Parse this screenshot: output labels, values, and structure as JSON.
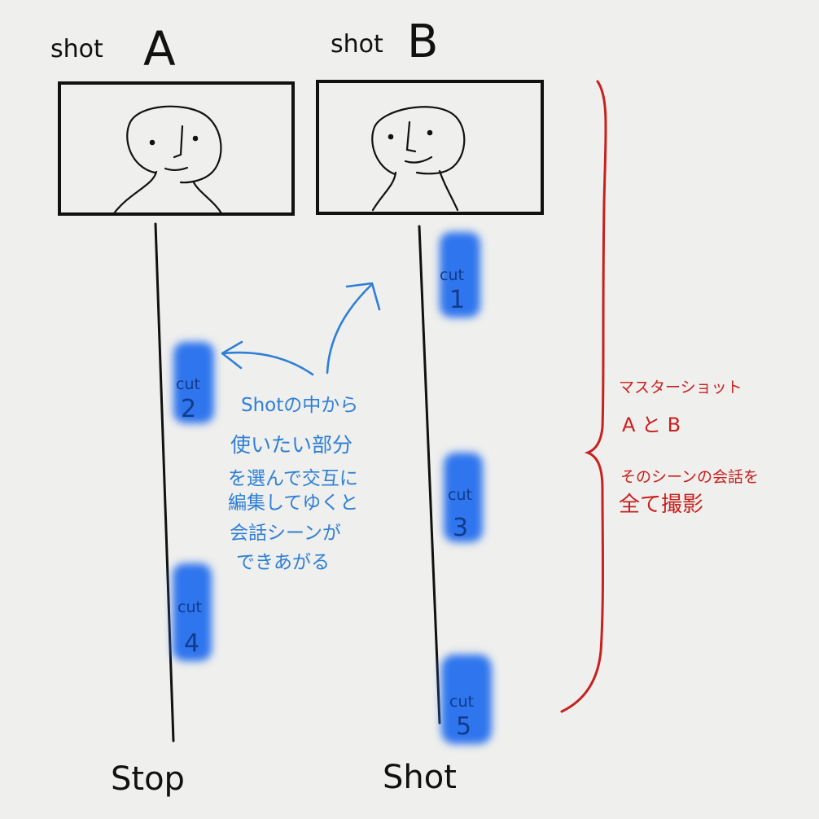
{
  "shot_a": {
    "title_word": "shot",
    "title_letter": "A",
    "end_label": "Stop"
  },
  "shot_b": {
    "title_word": "shot",
    "title_letter": "B",
    "end_label": "Shot"
  },
  "cuts": [
    {
      "word": "cut",
      "number": "1"
    },
    {
      "word": "cut",
      "number": "2"
    },
    {
      "word": "cut",
      "number": "3"
    },
    {
      "word": "cut",
      "number": "4"
    },
    {
      "word": "cut",
      "number": "5"
    }
  ],
  "center_note": {
    "lines": [
      "Shotの中から",
      "使いたい部分",
      "を選んで交互に",
      "編集してゆくと",
      "会話シーンが",
      "できあがる"
    ]
  },
  "side_note": {
    "line1": "マスターショット",
    "line2": "A と B",
    "line3": "そのシーンの会話を",
    "line4": "全て撮影"
  },
  "colors": {
    "paper": "#efefed",
    "ink": "#111111",
    "cut_blue": "#2f74ee",
    "note_blue": "#2e7fd6",
    "brace_red": "#c8201e"
  }
}
